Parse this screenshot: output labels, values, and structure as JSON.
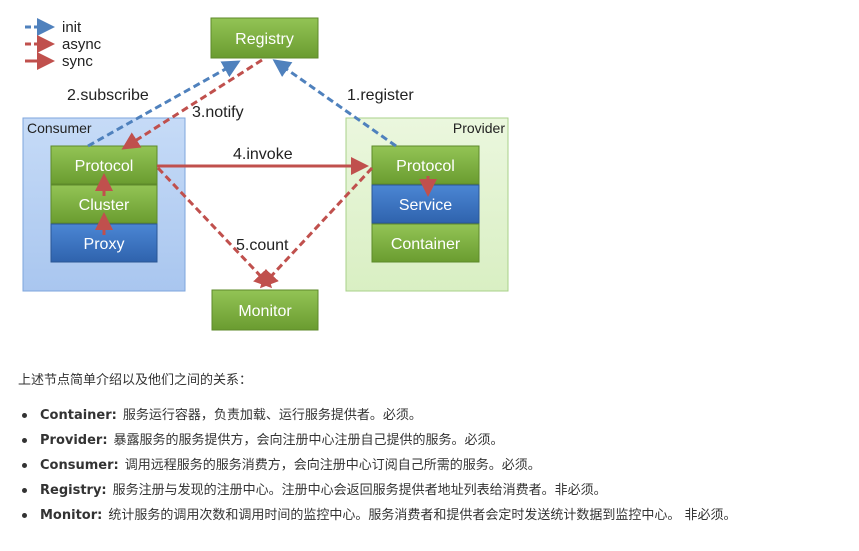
{
  "legend": {
    "items": [
      {
        "label": "init",
        "color": "#4f81bd"
      },
      {
        "label": "async",
        "color": "#c0504d"
      },
      {
        "label": "sync",
        "color": "#c0504d"
      }
    ]
  },
  "nodes": {
    "registry": "Registry",
    "monitor": "Monitor",
    "consumer_title": "Consumer",
    "provider_title": "Provider",
    "consumer_protocol": "Protocol",
    "consumer_cluster": "Cluster",
    "consumer_proxy": "Proxy",
    "provider_protocol": "Protocol",
    "provider_service": "Service",
    "provider_container": "Container"
  },
  "edges": {
    "subscribe": "2.subscribe",
    "notify": "3.notify",
    "register": "1.register",
    "invoke": "4.invoke",
    "count": "5.count"
  },
  "colors": {
    "green_node": "#77a83c",
    "blue_node": "#3d75c0",
    "consumer_bg": "#b7d0f3",
    "provider_bg": "#e1f3cf",
    "init_arrow": "#4f81bd",
    "async_arrow": "#c0504d"
  },
  "text": {
    "intro": "上述节点简单介绍以及他们之间的关系：",
    "roles": [
      {
        "term": "Container:",
        "desc": "服务运行容器，负责加载、运行服务提供者。必须。"
      },
      {
        "term": "Provider:",
        "desc": "暴露服务的服务提供方，会向注册中心注册自己提供的服务。必须。"
      },
      {
        "term": "Consumer:",
        "desc": "调用远程服务的服务消费方，会向注册中心订阅自己所需的服务。必须。"
      },
      {
        "term": "Registry:",
        "desc": "服务注册与发现的注册中心。注册中心会返回服务提供者地址列表给消费者。非必须。"
      },
      {
        "term": "Monitor:",
        "desc": "统计服务的调用次数和调用时间的监控中心。服务消费者和提供者会定时发送统计数据到监控中心。 非必须。"
      }
    ]
  }
}
